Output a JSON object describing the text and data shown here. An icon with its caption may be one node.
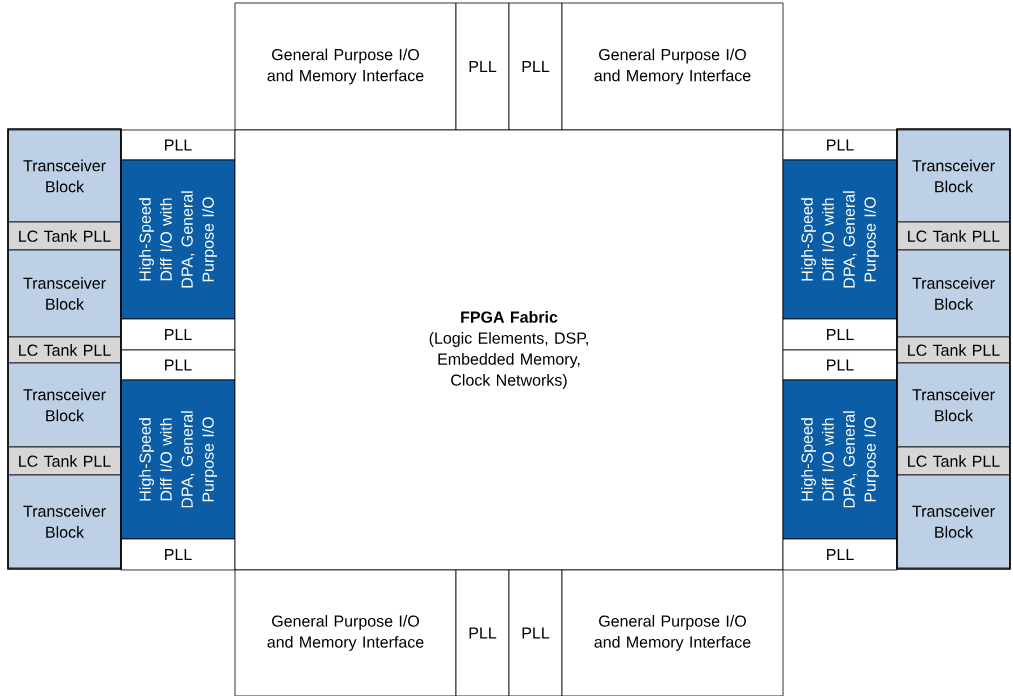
{
  "diagram": {
    "nodes": [
      {
        "text": [
          "General Purpose I/O and Memory Interface"
        ]
      },
      {
        "text": [
          "PLL"
        ]
      },
      {
        "text": [
          "PLL"
        ]
      },
      {
        "text": [
          "General Purpose I/O and Memory Interface"
        ]
      },
      {
        "text": [
          "Transceiver Block"
        ]
      },
      {
        "text": [
          "LC Tank PLL"
        ]
      },
      {
        "text": [
          "Transceiver Block"
        ]
      },
      {
        "text": [
          "LC Tank PLL"
        ]
      },
      {
        "text": [
          "Transceiver Block"
        ]
      },
      {
        "text": [
          "LC Tank PLL"
        ]
      },
      {
        "text": [
          "Transceiver Block"
        ]
      },
      {
        "text": [
          "PLL"
        ]
      },
      {
        "text": [
          "High-Speed Diff I/O with DPA, General Purpose I/O"
        ]
      },
      {
        "text": [
          "PLL"
        ]
      },
      {
        "text": [
          "PLL"
        ]
      },
      {
        "text": [
          "High-Speed Diff I/O with DPA, General Purpose I/O"
        ]
      },
      {
        "text": [
          "PLL"
        ]
      },
      {
        "text": [
          "FPGA Fabric",
          "(Logic Elements, DSP, Embedded Memory, Clock Networks)"
        ]
      },
      {
        "text": [
          "PLL"
        ]
      },
      {
        "text": [
          "High-Speed Diff I/O with DPA, General Purpose I/O"
        ]
      },
      {
        "text": [
          "PLL"
        ]
      },
      {
        "text": [
          "PLL"
        ]
      },
      {
        "text": [
          "High-Speed Diff I/O with DPA, General Purpose I/O"
        ]
      },
      {
        "text": [
          "PLL"
        ]
      },
      {
        "text": [
          "Transceiver Block"
        ]
      },
      {
        "text": [
          "LC Tank PLL"
        ]
      },
      {
        "text": [
          "Transceiver Block"
        ]
      },
      {
        "text": [
          "LC Tank PLL"
        ]
      },
      {
        "text": [
          "Transceiver Block"
        ]
      },
      {
        "text": [
          "LC Tank PLL"
        ]
      },
      {
        "text": [
          "Transceiver Block"
        ]
      },
      {
        "text": [
          "General Purpose I/O and Memory Interface"
        ]
      },
      {
        "text": [
          "PLL"
        ]
      },
      {
        "text": [
          "PLL"
        ]
      },
      {
        "text": [
          "General Purpose I/O and Memory Interface"
        ]
      }
    ]
  }
}
